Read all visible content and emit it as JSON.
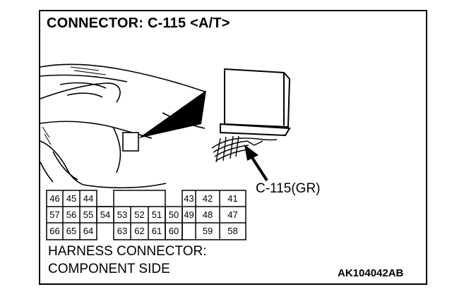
{
  "title": "CONNECTOR: C-115 <A/T>",
  "connector_callout": "C-115(GR)",
  "harness_line1": "HARNESS CONNECTOR:",
  "harness_line2": "COMPONENT SIDE",
  "figure_code": "AK104042AB",
  "pins": {
    "row1": [
      "46",
      "45",
      "44",
      "43",
      "42",
      "41"
    ],
    "row2": [
      "57",
      "56",
      "55",
      "54",
      "53",
      "52",
      "51",
      "50",
      "49",
      "48",
      "47"
    ],
    "row3": [
      "66",
      "65",
      "64",
      "63",
      "62",
      "61",
      "60",
      "59",
      "58"
    ]
  }
}
